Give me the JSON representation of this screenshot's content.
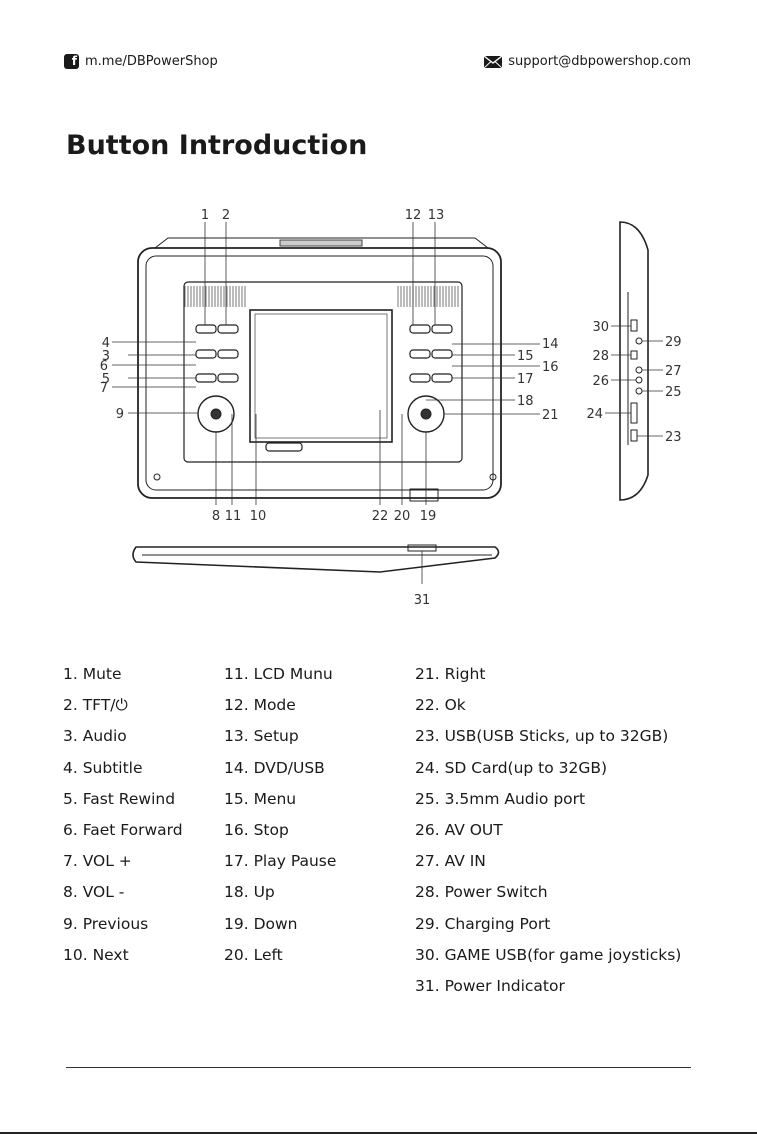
{
  "header": {
    "facebook": "m.me/DBPowerShop",
    "email": "support@dbpowershop.com"
  },
  "title": "Button Introduction",
  "callouts": [
    "1",
    "2",
    "3",
    "4",
    "5",
    "6",
    "7",
    "8",
    "9",
    "10",
    "11",
    "12",
    "13",
    "14",
    "15",
    "16",
    "17",
    "18",
    "19",
    "20",
    "21",
    "22",
    "23",
    "24",
    "25",
    "26",
    "27",
    "28",
    "29",
    "30",
    "31"
  ],
  "columns": [
    [
      "1. Mute",
      "2. TFT/⏻",
      "3. Audio",
      "4. Subtitle",
      "5. Fast Rewind",
      "6. Faet Forward",
      "7. VOL +",
      "8. VOL -",
      "9. Previous",
      "10. Next"
    ],
    [
      "11. LCD Munu",
      "12. Mode",
      "13. Setup",
      "14. DVD/USB",
      "15. Menu",
      "16. Stop",
      "17. Play Pause",
      "18. Up",
      "19. Down",
      "20. Left"
    ],
    [
      "21. Right",
      "22. Ok",
      "23. USB(USB Sticks, up to 32GB)",
      "24. SD Card(up to 32GB)",
      "25. 3.5mm Audio port",
      "26. AV OUT",
      "27.  AV IN",
      "28. Power Switch",
      "29. Charging Port",
      "30. GAME USB(for game joysticks)",
      "31. Power Indicator"
    ]
  ]
}
